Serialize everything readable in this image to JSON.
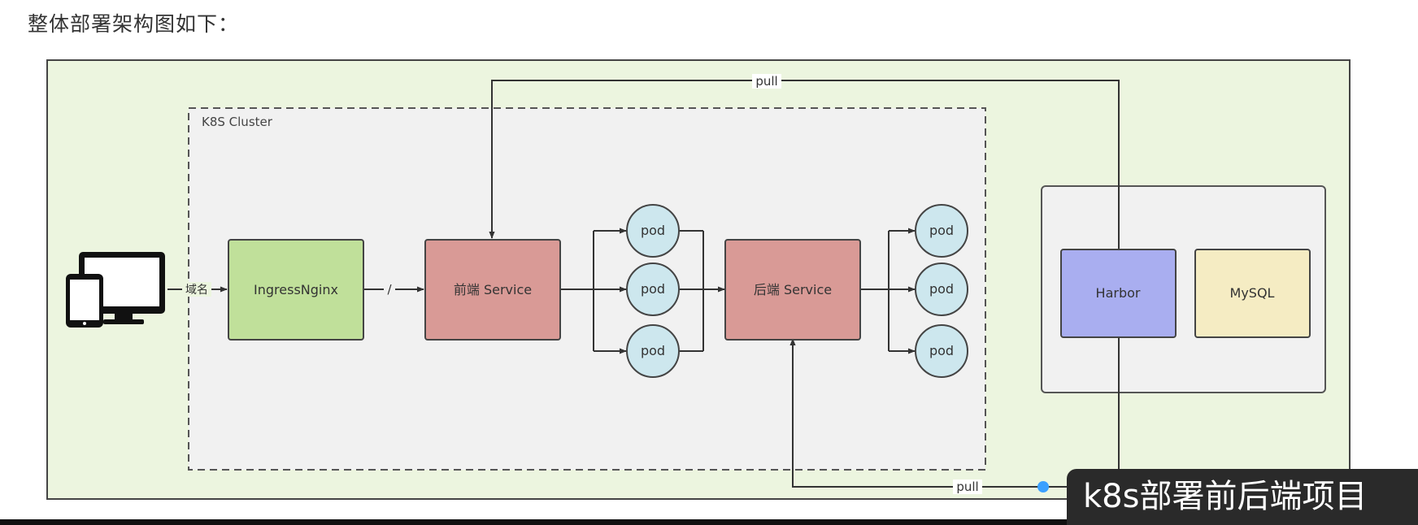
{
  "heading": "整体部署架构图如下：",
  "cluster_label": "K8S Cluster",
  "edges": {
    "domain_label": "域名",
    "slash_label": "/",
    "pull_top": "pull",
    "pull_bottom": "pull"
  },
  "nodes": {
    "ingress": "IngressNginx",
    "frontend_service": "前端 Service",
    "backend_service": "后端 Service",
    "harbor": "Harbor",
    "mysql": "MySQL"
  },
  "pods": {
    "frontend": [
      "pod",
      "pod",
      "pod"
    ],
    "backend": [
      "pod",
      "pod",
      "pod"
    ]
  },
  "caption": "k8s部署前后端项目",
  "colors": {
    "outer_bg": "#ecf5df",
    "cluster_bg": "#f1f1f1",
    "ingress": "#c0e09a",
    "service": "#d99a96",
    "pod": "#cde7ee",
    "harbor": "#a9aef0",
    "mysql": "#f5ecc3",
    "stroke": "#333333",
    "dot": "#3ba0ff"
  },
  "icons": [
    "devices-icon"
  ]
}
